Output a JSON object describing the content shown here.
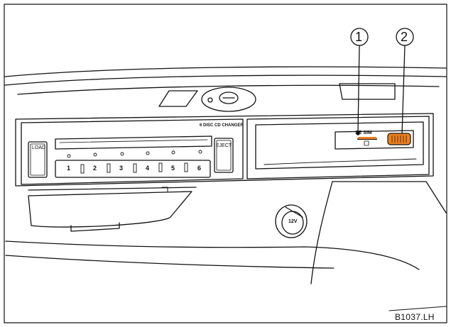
{
  "figure": {
    "code": "B1037.LH"
  },
  "callouts": [
    "1",
    "2"
  ],
  "cd_changer": {
    "title": "6 DISC CD CHANGER",
    "load_label": "LOAD",
    "eject_label": "EJECT",
    "disc_buttons": [
      "1",
      "2",
      "3",
      "4",
      "5",
      "6"
    ]
  },
  "sim_slot": {
    "label": "SE SIM"
  },
  "power_socket": {
    "label": "12V"
  }
}
